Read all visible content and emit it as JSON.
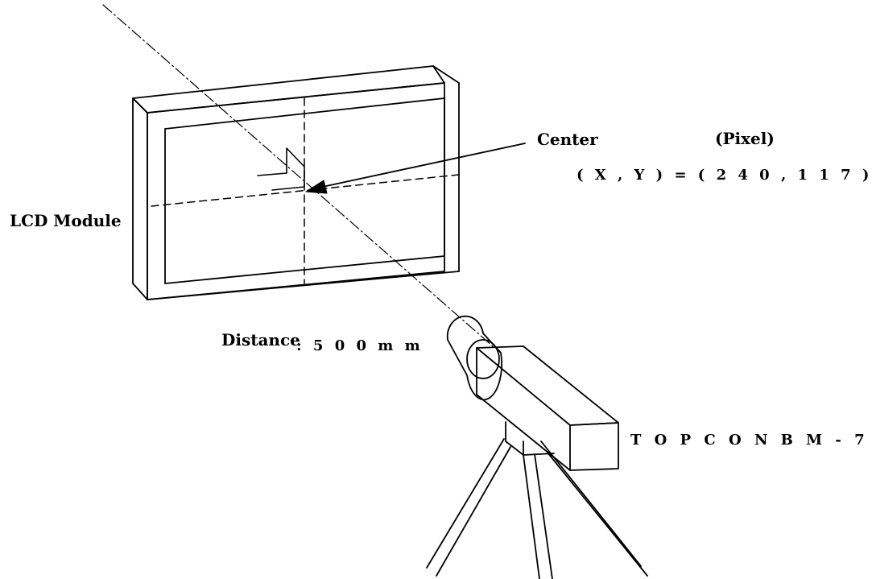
{
  "labels": {
    "center": "Center",
    "pixel_unit": "(Pixel)",
    "coordinates": "( X , Y ) = ( 2 4 0 , 1 1 7 )",
    "lcd_module": "LCD Module",
    "distance_label": "Distance",
    "distance_value": ": 5 0 0 m m",
    "instrument": "T O P C O N  B M - 7"
  },
  "colors": {
    "line": "#000000",
    "background": "#ffffff"
  }
}
